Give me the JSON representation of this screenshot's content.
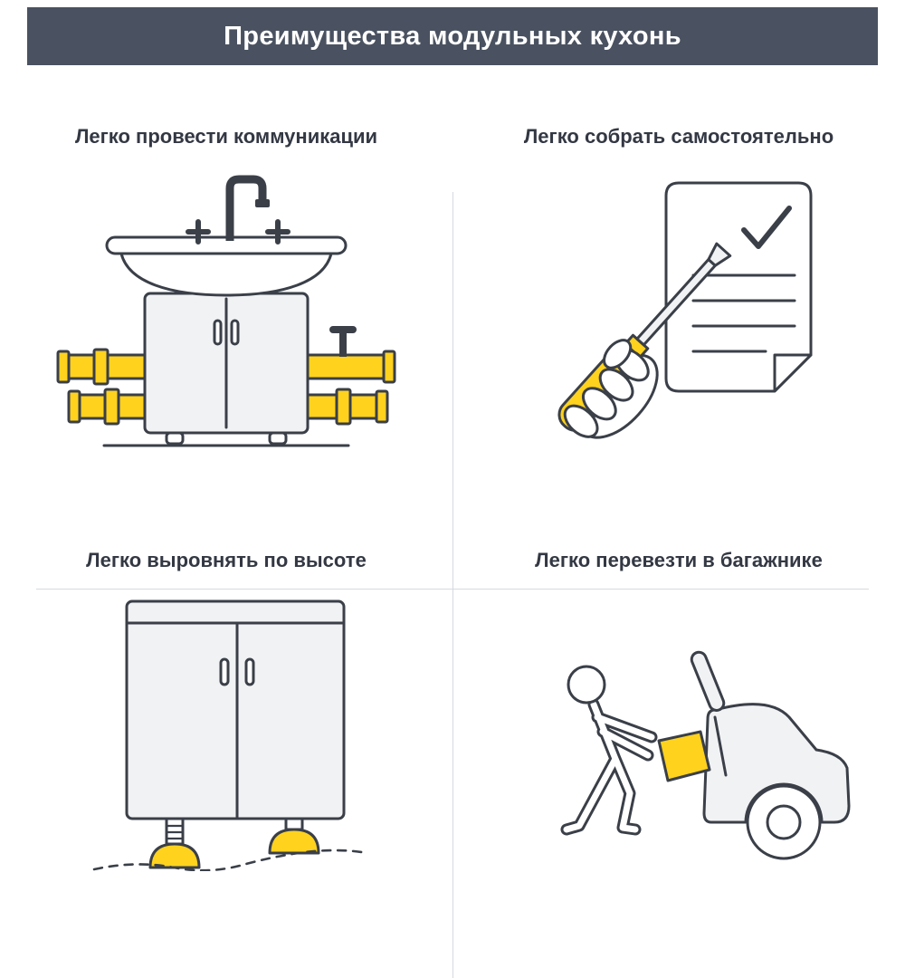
{
  "header": {
    "title": "Преимущества модульных кухонь"
  },
  "panels": [
    {
      "title": "Легко провести коммуникации",
      "icon": "sink-cabinet-with-pipes-icon"
    },
    {
      "title": "Легко собрать самостоятельно",
      "icon": "hand-screwdriver-checklist-icon"
    },
    {
      "title": "Легко выровнять по высоте",
      "icon": "cabinet-adjustable-feet-icon"
    },
    {
      "title": "Легко перевезти в багажнике",
      "icon": "loading-box-into-car-trunk-icon"
    }
  ],
  "colors": {
    "header_bg": "#4a5261",
    "header_text": "#ffffff",
    "text": "#333843",
    "outline": "#3a3f48",
    "accent_yellow": "#ffd21e",
    "panel_fill": "#f1f2f4",
    "divider": "#d7d9dd"
  }
}
